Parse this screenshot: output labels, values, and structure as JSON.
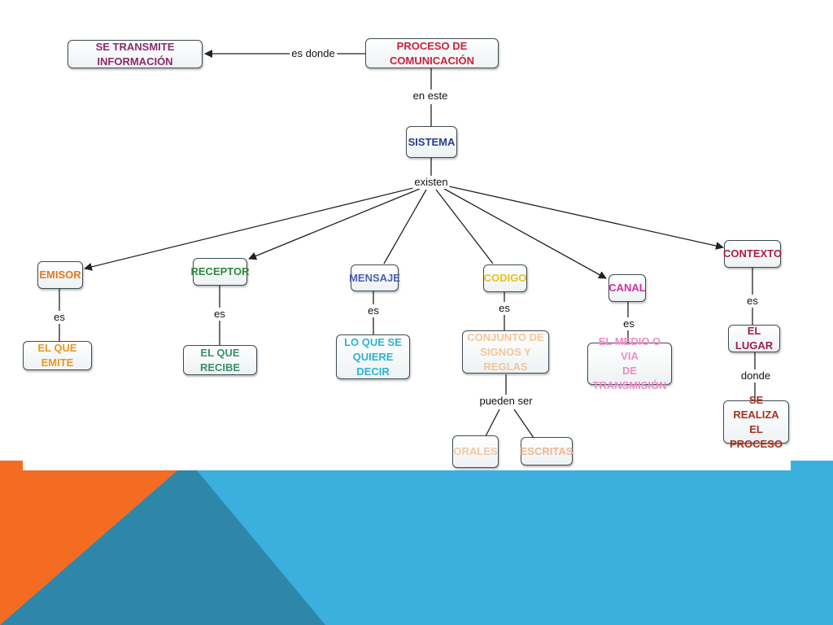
{
  "colors": {
    "orange": "#f36c21",
    "blue_light": "#3bb0df",
    "blue_dark": "#2e86a9",
    "line": "#222222"
  },
  "nodes": {
    "proceso": {
      "text": "PROCESO DE COMUNICACIÓN",
      "color": "#c9213a"
    },
    "transmite": {
      "text": "SE TRANSMITE INFORMACIÓN",
      "color": "#8a2b6b"
    },
    "sistema": {
      "text": "SISTEMA",
      "color": "#2a3e8f"
    },
    "emisor": {
      "text": "EMISOR",
      "color": "#e07b1f"
    },
    "el_que_emite": {
      "text": "EL QUE EMITE",
      "color": "#e59a1e"
    },
    "receptor": {
      "text": "RECEPTOR",
      "color": "#2f8a3c"
    },
    "el_que_recibe": {
      "text": "EL QUE RECIBE",
      "color": "#3a8f6a"
    },
    "mensaje": {
      "text": "MENSAJE",
      "color": "#4b5fb0"
    },
    "lo_que_se_quiere_decir": {
      "text": "LO QUE SE\nQUIERE DECIR",
      "color": "#2cb3cf"
    },
    "codigo": {
      "text": "CODIGO",
      "color": "#e8c21c"
    },
    "conjunto": {
      "text": "CONJUNTO DE\nSIGNOS Y REGLAS",
      "color": "#f5c597"
    },
    "orales": {
      "text": "ORALES",
      "color": "#f2c8a6"
    },
    "escritas": {
      "text": "ESCRITAS",
      "color": "#f0b590"
    },
    "canal": {
      "text": "CANAL",
      "color": "#d42ea3"
    },
    "el_medio": {
      "text": "EL MEDIO O VIA\nDE TRANSMISIÓN",
      "color": "#f08cc6"
    },
    "contexto": {
      "text": "CONTEXTO",
      "color": "#b01e3e"
    },
    "el_lugar": {
      "text": "EL LUGAR",
      "color": "#9b1f52"
    },
    "se_realiza": {
      "text": "SE REALIZA\nEL PROCESO",
      "color": "#a8321e"
    }
  },
  "links": {
    "es_donde": "es donde",
    "en_este": "en este",
    "existen": "existen",
    "es_emisor": "es",
    "es_receptor": "es",
    "es_mensaje": "es",
    "es_codigo": "es",
    "pueden_ser": "pueden ser",
    "es_canal": "es",
    "es_contexto": "es",
    "donde": "donde"
  }
}
